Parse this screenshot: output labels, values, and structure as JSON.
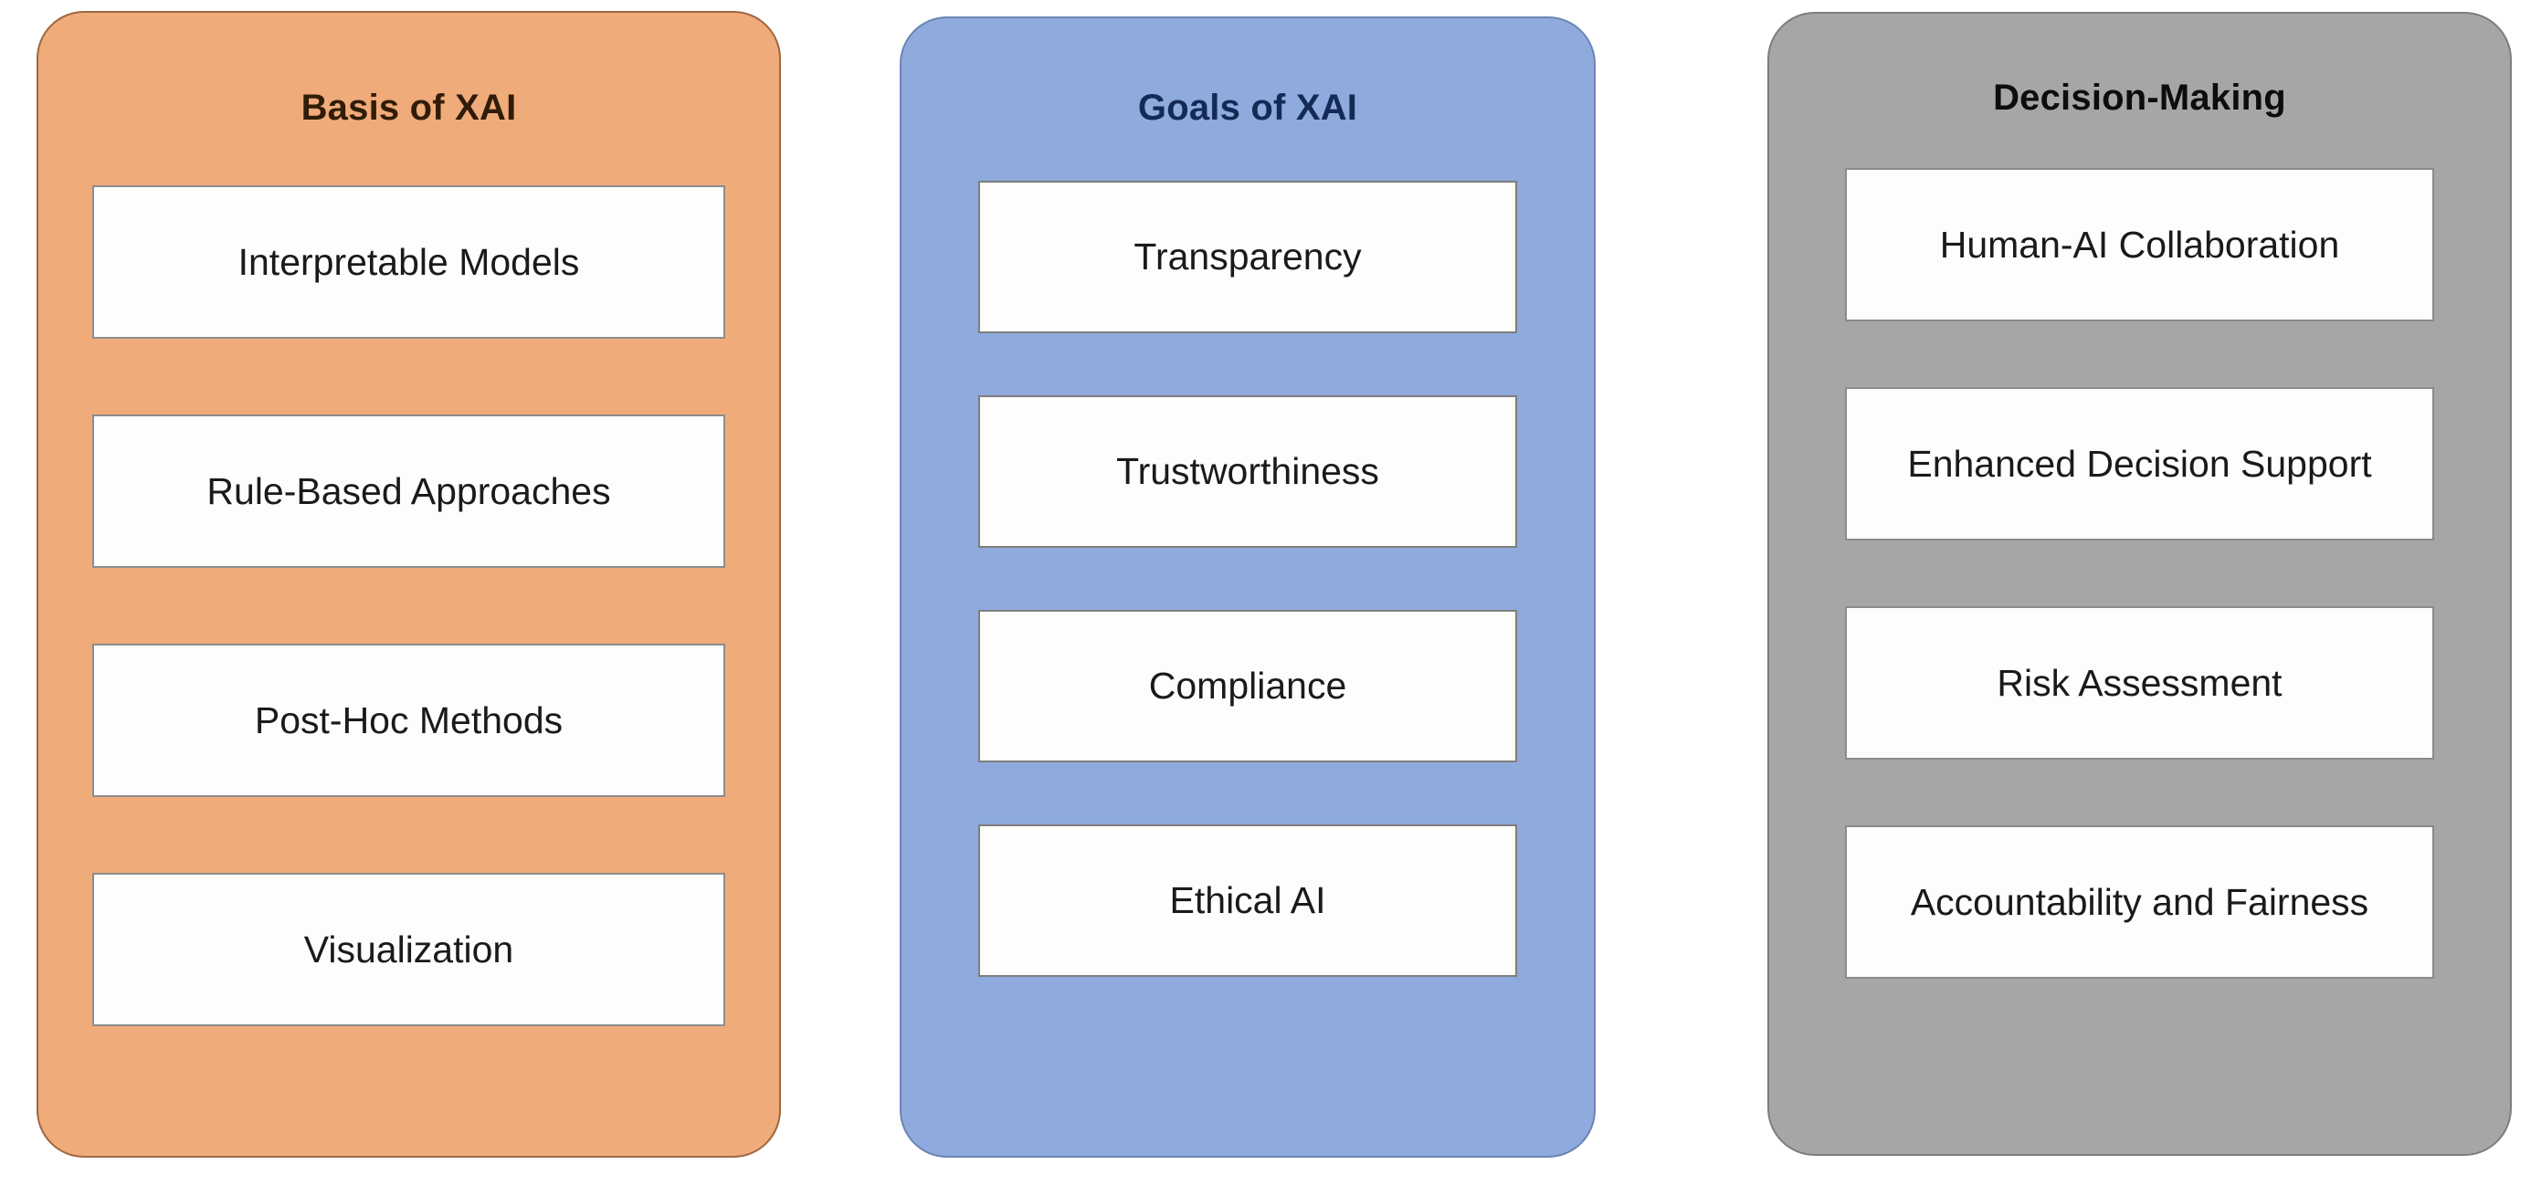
{
  "diagram": {
    "type": "three-column-grouped-box-diagram",
    "background_color": "#ffffff",
    "columns": [
      {
        "id": "basis-of-xai",
        "title": "Basis of XAI",
        "panel_color": "#F0AB7A",
        "panel_border_color": "#9E6742",
        "title_color": "#301C08",
        "item_color": "#FDFDFB",
        "items": [
          {
            "label": "Interpretable Models"
          },
          {
            "label": "Rule-Based Approaches"
          },
          {
            "label": "Post-Hoc Methods"
          },
          {
            "label": "Visualization"
          }
        ]
      },
      {
        "id": "goals-of-xai",
        "title": "Goals of XAI",
        "panel_color": "#8FAADC",
        "panel_border_color": "#6B84B5",
        "title_color": "#142A56",
        "item_color": "#FDFDFB",
        "items": [
          {
            "label": "Transparency"
          },
          {
            "label": "Trustworthiness"
          },
          {
            "label": "Compliance"
          },
          {
            "label": "Ethical AI"
          }
        ]
      },
      {
        "id": "decision-making",
        "title": "Decision-Making",
        "panel_color": "#A6A6A6",
        "panel_border_color": "#7D7D7D",
        "title_color": "#0D0D0D",
        "item_color": "#FDFDFB",
        "items": [
          {
            "label": "Human-AI Collaboration"
          },
          {
            "label": "Enhanced Decision Support"
          },
          {
            "label": "Risk Assessment"
          },
          {
            "label": "Accountability and Fairness"
          }
        ]
      }
    ]
  }
}
